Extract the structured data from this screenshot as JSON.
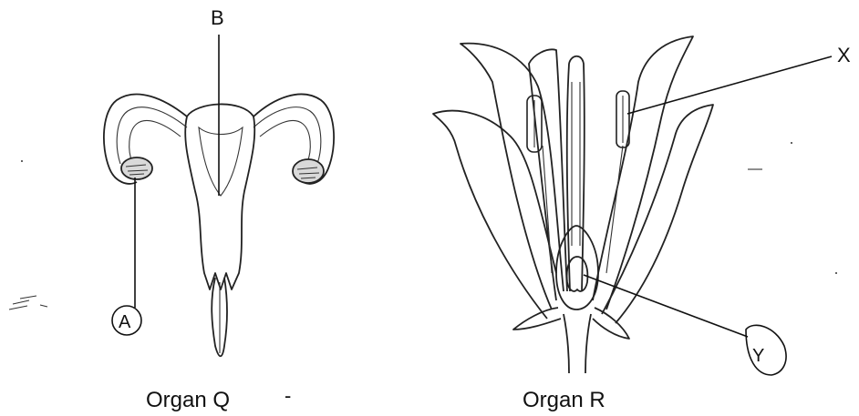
{
  "labels": {
    "a": "A",
    "b": "B",
    "x": "X",
    "y": "Y"
  },
  "captions": {
    "organ_q": "Organ Q",
    "organ_r": "Organ R"
  },
  "stray_marks": {
    "dash": "-"
  },
  "colors": {
    "ink": "#111111",
    "background": "#ffffff"
  }
}
